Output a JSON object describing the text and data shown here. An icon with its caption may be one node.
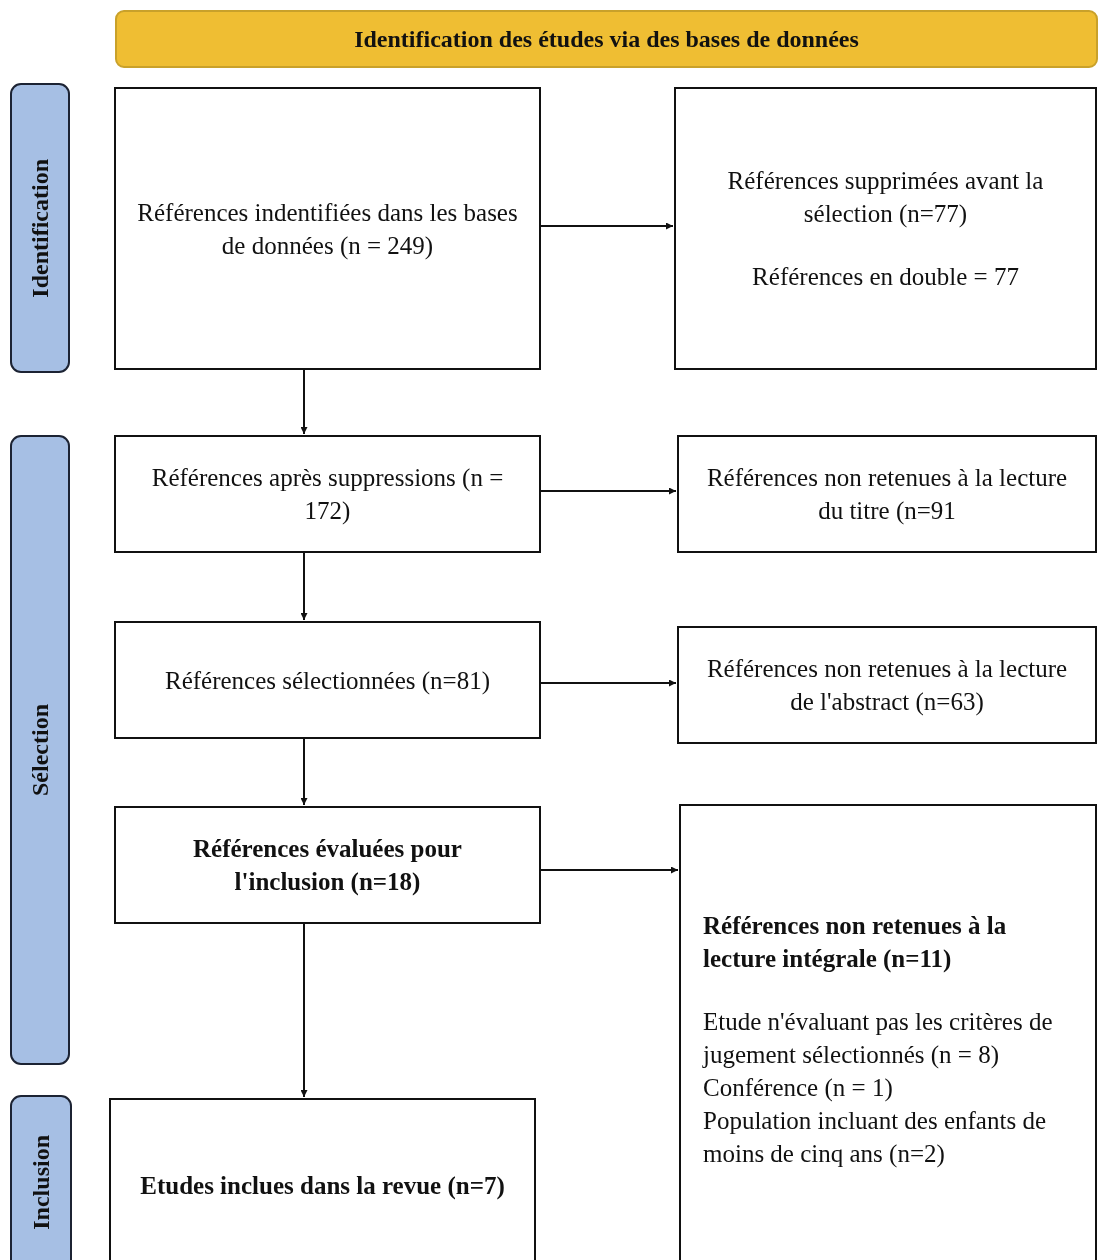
{
  "diagram": {
    "nodes": [
      {
        "text": [
          "Identification des études via des bases de données"
        ]
      },
      {
        "text": [
          "Identification"
        ]
      },
      {
        "text": [
          "Sélection"
        ]
      },
      {
        "text": [
          "Inclusion"
        ]
      },
      {
        "text": [
          "Références indentifiées dans les bases de données (n = 249)"
        ]
      },
      {
        "text": [
          "Références supprimées avant la sélection (n=77)",
          "Références en double = 77"
        ]
      },
      {
        "text": [
          "Références après suppressions (n = 172)"
        ]
      },
      {
        "text": [
          "Références non retenues à la lecture du titre (n=91"
        ]
      },
      {
        "text": [
          "Références sélectionnées (n=81)"
        ]
      },
      {
        "text": [
          "Références non retenues à la lecture de l'abstract (n=63)"
        ]
      },
      {
        "text": [
          "Références évaluées pour l'inclusion (n=18)"
        ]
      },
      {
        "text": [
          "Références non retenues à la lecture intégrale (n=11)",
          "Etude n'évaluant pas les critères de jugement sélectionnés (n = 8)",
          "Conférence (n = 1)",
          "Population incluant des enfants de moins de cinq ans (n=2)"
        ]
      },
      {
        "text": [
          "Etudes inclues dans la revue (n=7)"
        ]
      }
    ],
    "edges": [
      {
        "from": 4,
        "to": 5,
        "arrow": "to"
      },
      {
        "from": 4,
        "to": 6,
        "arrow": "to"
      },
      {
        "from": 6,
        "to": 7,
        "arrow": "to"
      },
      {
        "from": 6,
        "to": 8,
        "arrow": "to"
      },
      {
        "from": 8,
        "to": 9,
        "arrow": "to"
      },
      {
        "from": 8,
        "to": 10,
        "arrow": "to"
      },
      {
        "from": 10,
        "to": 11,
        "arrow": "to"
      },
      {
        "from": 10,
        "to": 12,
        "arrow": "to"
      }
    ]
  }
}
